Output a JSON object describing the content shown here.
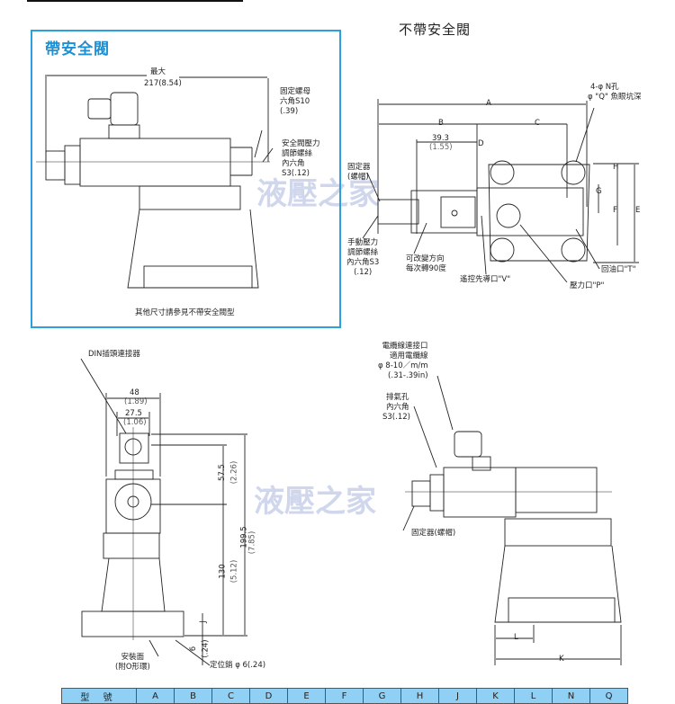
{
  "with_relief": {
    "title": "帶安全閥",
    "max_label": "最大",
    "max_dim": "217(8.54)",
    "nut": [
      "固定螺母",
      "六角S10",
      "(.39)"
    ],
    "relief_screw": [
      "安全閥壓力",
      "調節螺絲",
      "內六角",
      "S3(.12)"
    ],
    "note": "其他尺寸請參見不帶安全閥型"
  },
  "without_relief": {
    "title": "不帶安全閥",
    "dims": {
      "A": "A",
      "B": "B",
      "C": "C",
      "D": "D",
      "E": "E",
      "F": "F",
      "G": "G",
      "H": "H",
      "d393": "39.3",
      "d155": "(1.55)"
    },
    "holes": [
      "4-φ N孔",
      "φ \"Q\" 魚眼坑深"
    ],
    "fixer": [
      "固定器",
      "(螺帽)"
    ],
    "manual_screw": [
      "手動壓力",
      "調節螺絲",
      "內六角S3",
      "(.12)"
    ],
    "rotate": [
      "可改變方向",
      "每次轉90度"
    ],
    "port_v": "遙控先導口\"V\"",
    "port_p": "壓力口\"P\"",
    "port_t": "回油口\"T\""
  },
  "front_view": {
    "din": "DIN插頭連接器",
    "w48": "48",
    "w48in": "(1.89)",
    "w275": "27.5",
    "w275in": "(1.06)",
    "h575": "57.5",
    "h575in": "(2.26)",
    "h1995": "199.5",
    "h1995in": "(7.85)",
    "h130": "130",
    "h130in": "(5.12)",
    "J": "J",
    "h6": "6",
    "h6in": "(.24)",
    "mount": [
      "安裝面",
      "(附O形環)"
    ],
    "pin": "定位銷 φ 6(.24)"
  },
  "side_view": {
    "cable": [
      "電纜線連接口",
      "適用電纜線",
      "φ 8-10／m/m",
      "(.31-.39in)"
    ],
    "vent": [
      "排氣孔",
      "內六角",
      "S3(.12)"
    ],
    "fixer": "固定器(螺帽)",
    "L": "L",
    "K": "K"
  },
  "watermark": "液壓之家",
  "table": {
    "headers": [
      "型 號",
      "A",
      "B",
      "C",
      "D",
      "E",
      "F",
      "G",
      "H",
      "J",
      "K",
      "L",
      "N",
      "Q"
    ]
  }
}
